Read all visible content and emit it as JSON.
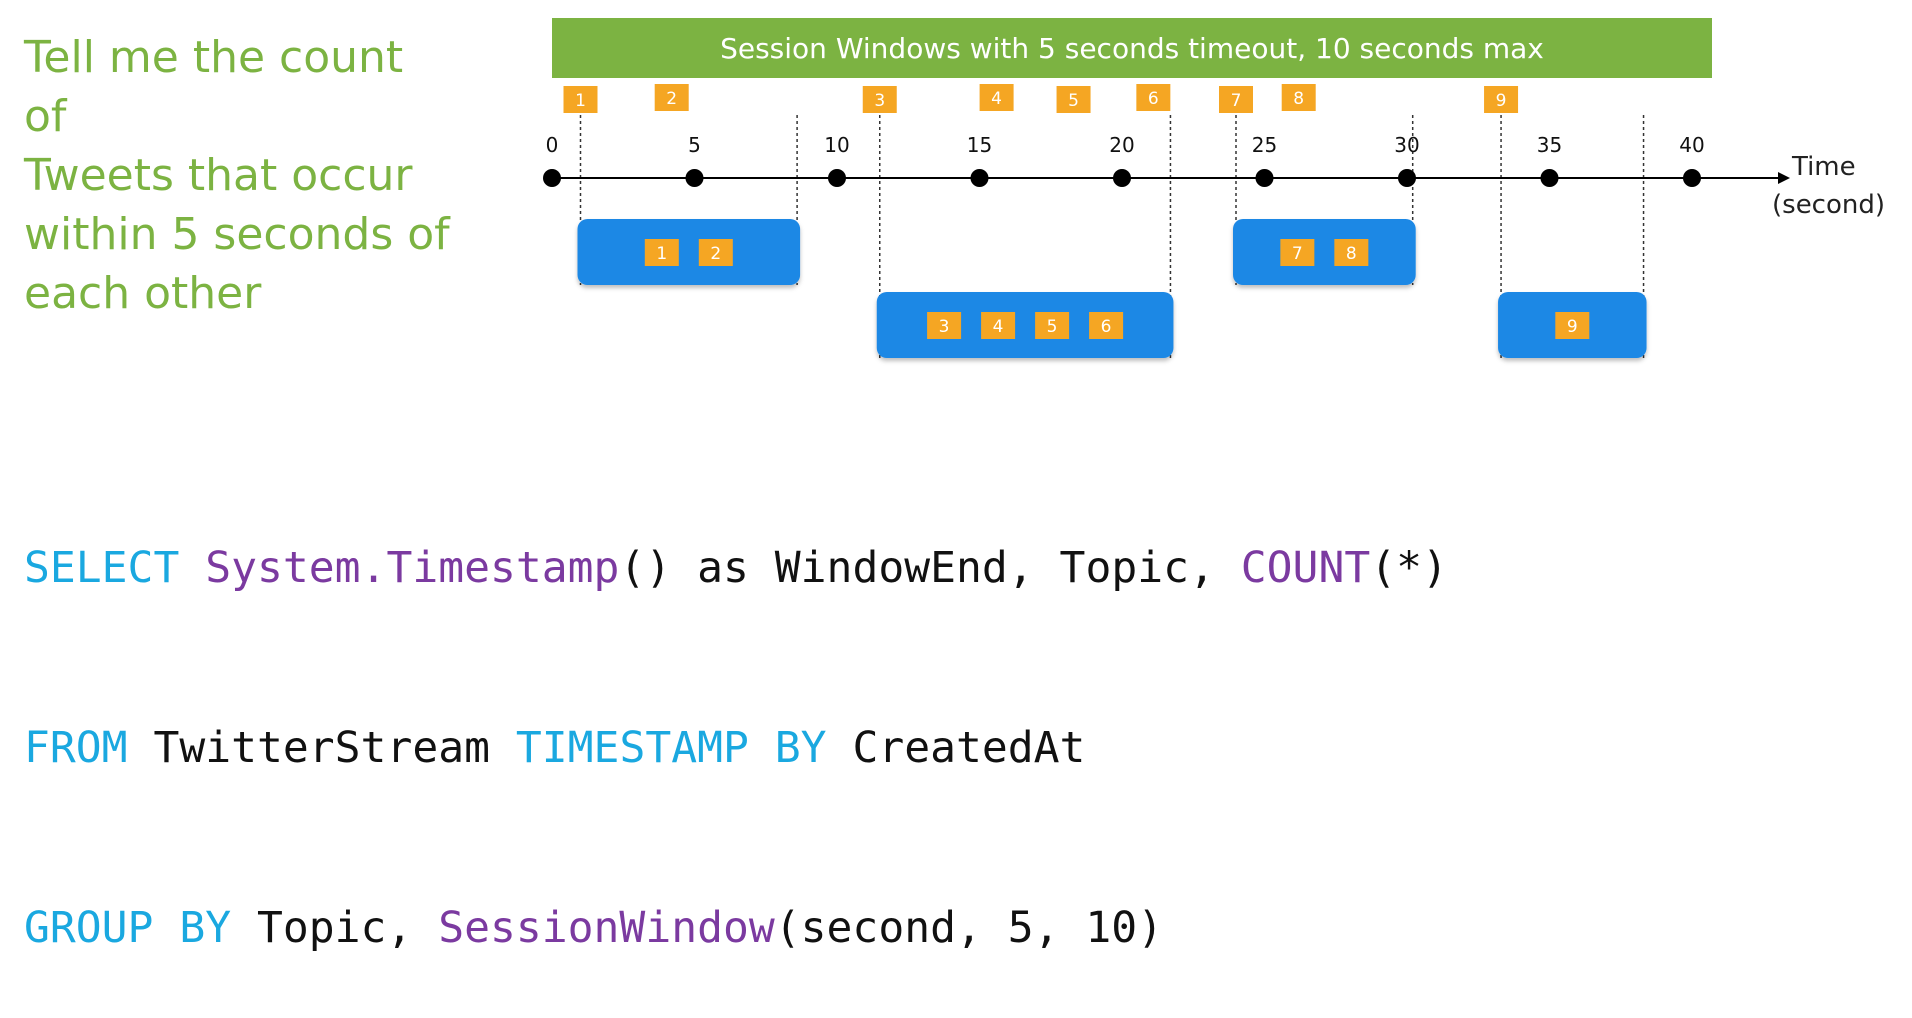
{
  "question": "Tell me the count of\nTweets that occur\nwithin 5 seconds of\neach other",
  "banner": "Session Windows with 5 seconds timeout, 10 seconds max",
  "axis_label": [
    "Time",
    "(second)"
  ],
  "ticks": [
    "0",
    "5",
    "10",
    "15",
    "20",
    "25",
    "30",
    "35",
    "40"
  ],
  "events": [
    {
      "label": "1",
      "time": 1.0
    },
    {
      "label": "2",
      "time": 4.2
    },
    {
      "label": "3",
      "time": 11.5
    },
    {
      "label": "4",
      "time": 15.6
    },
    {
      "label": "5",
      "time": 18.3
    },
    {
      "label": "6",
      "time": 21.1
    },
    {
      "label": "7",
      "time": 24.0
    },
    {
      "label": "8",
      "time": 26.2
    },
    {
      "label": "9",
      "time": 33.3
    }
  ],
  "windows": [
    {
      "start": 1.0,
      "end": 8.6,
      "items": [
        "1",
        "2"
      ],
      "row": 1
    },
    {
      "start": 11.5,
      "end": 21.7,
      "items": [
        "3",
        "4",
        "5",
        "6"
      ],
      "row": 2
    },
    {
      "start": 24.0,
      "end": 30.2,
      "items": [
        "7",
        "8"
      ],
      "row": 1
    },
    {
      "start": 33.3,
      "end": 38.3,
      "items": [
        "9"
      ],
      "row": 2
    }
  ],
  "query": {
    "line1": {
      "select": "SELECT",
      "fn": "System.Timestamp",
      "rest": "() as WindowEnd, Topic, ",
      "count": "COUNT",
      "tail": "(*)"
    },
    "line2": {
      "from": "FROM",
      "stream": " TwitterStream ",
      "ts": "TIMESTAMP BY",
      "col": " CreatedAt"
    },
    "line3": {
      "group": "GROUP BY",
      "topic": " Topic, ",
      "fn": "SessionWindow",
      "args": "(second, 5, 10)"
    }
  },
  "colors": {
    "banner": "#7cb342",
    "event": "#f5a623",
    "window": "#1e88e5",
    "keyword": "#1aa8e0",
    "function": "#7b3aa0"
  }
}
